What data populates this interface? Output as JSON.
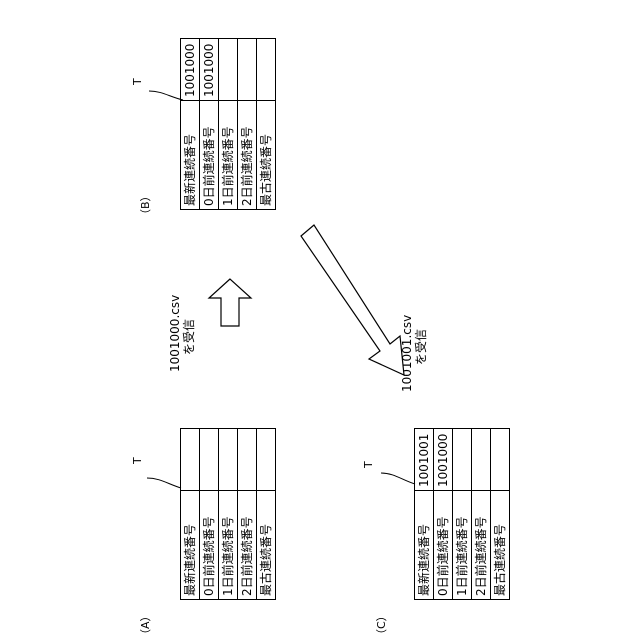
{
  "row_labels": [
    "最新連続番号",
    "0日前連続番号",
    "1日前連続番号",
    "2日前連続番号",
    "最古連続番号"
  ],
  "panel_a": {
    "caption": "（A）",
    "ref": "T",
    "values": [
      "",
      "",
      "",
      "",
      ""
    ]
  },
  "panel_b": {
    "caption": "（B）",
    "ref": "T",
    "values": [
      "1001000",
      "1001000",
      "",
      "",
      ""
    ]
  },
  "panel_c": {
    "caption": "（C）",
    "ref": "T",
    "values": [
      "1001001",
      "1001000",
      "",
      "",
      ""
    ]
  },
  "arrow_up": {
    "filename": "1001000.csv",
    "action": "を受信"
  },
  "arrow_down": {
    "filename": "1001001.csv",
    "action": "を受信"
  }
}
